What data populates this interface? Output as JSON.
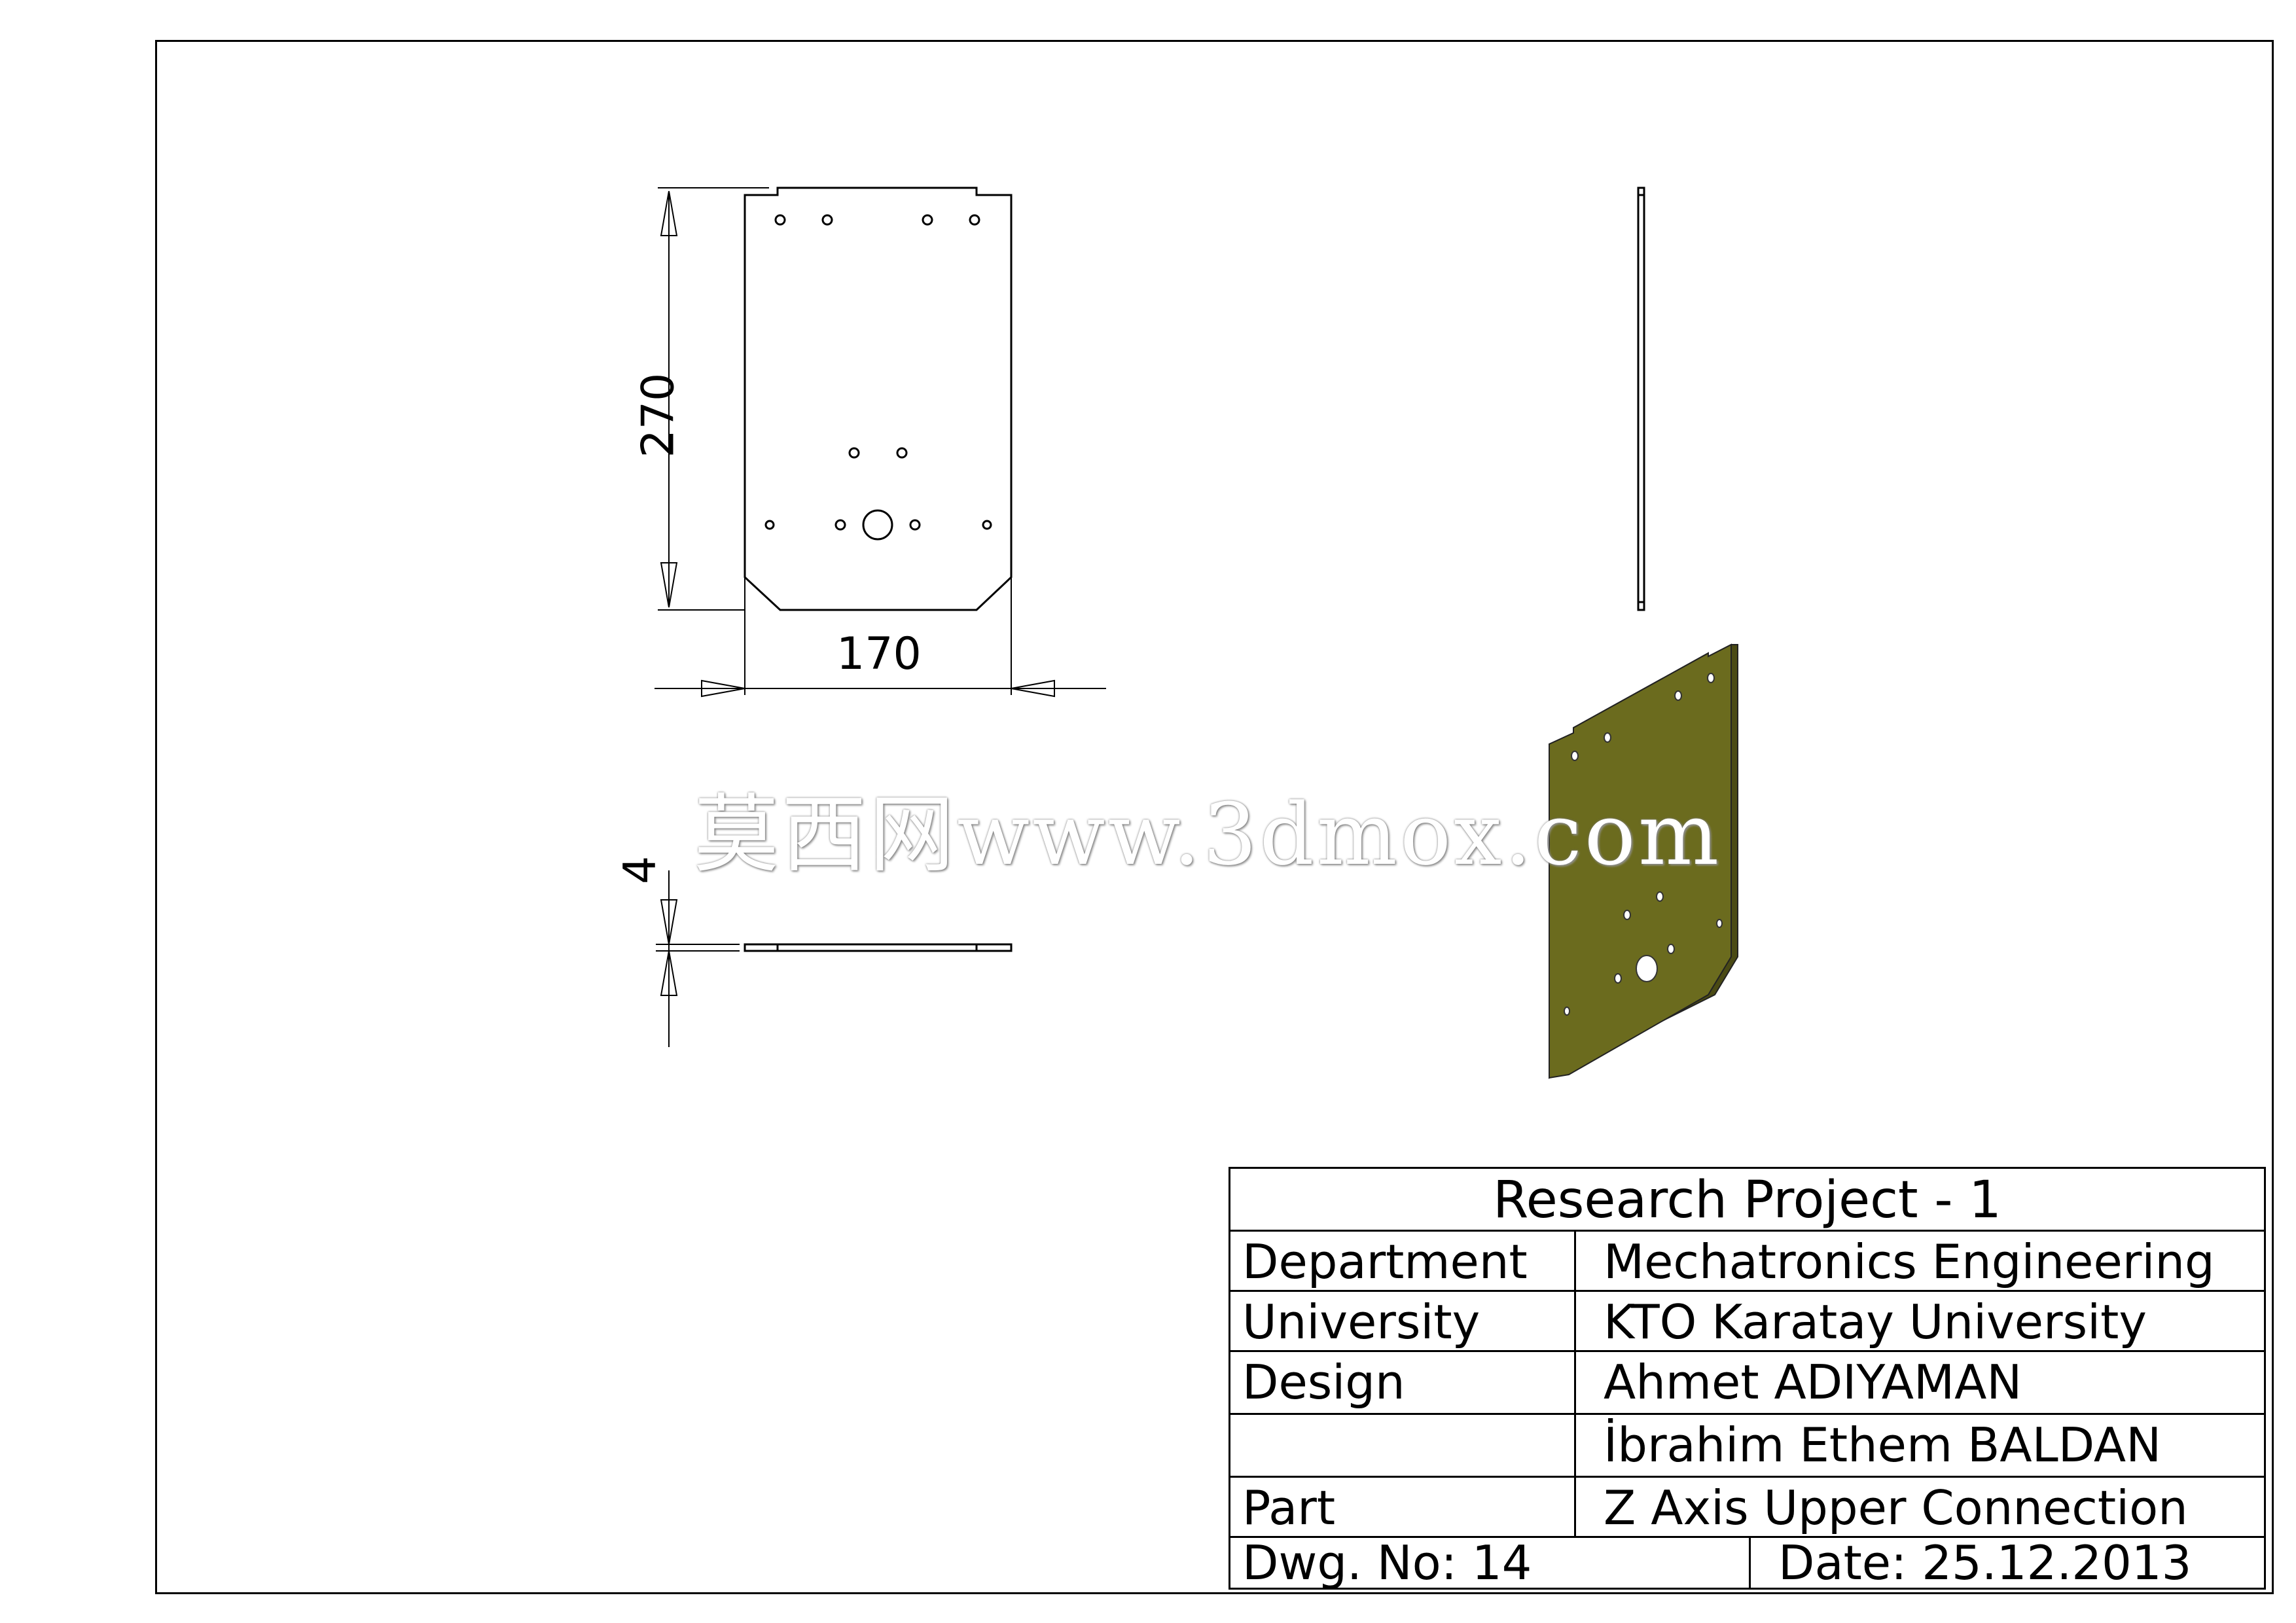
{
  "drawing": {
    "dimensions": {
      "height": "270",
      "width": "170",
      "thickness": "4"
    },
    "watermark": "莫西网www.3dmox.com"
  },
  "title_block": {
    "project": "Research Project - 1",
    "rows": [
      {
        "label": "Department",
        "value": "Mechatronics Engineering"
      },
      {
        "label": "University",
        "value": "KTO Karatay University"
      },
      {
        "label": "Design",
        "value": "Ahmet ADIYAMAN"
      },
      {
        "label": "",
        "value": "İbrahim Ethem BALDAN"
      },
      {
        "label": "Part",
        "value": "Z Axis Upper Connection"
      }
    ],
    "dwg_no": "Dwg. No: 14",
    "date": "Date: 25.12.2013"
  },
  "colors": {
    "line": "#000000",
    "plate_face": "#6b6b1e",
    "plate_edge": "#4a4a14",
    "background": "#ffffff"
  }
}
